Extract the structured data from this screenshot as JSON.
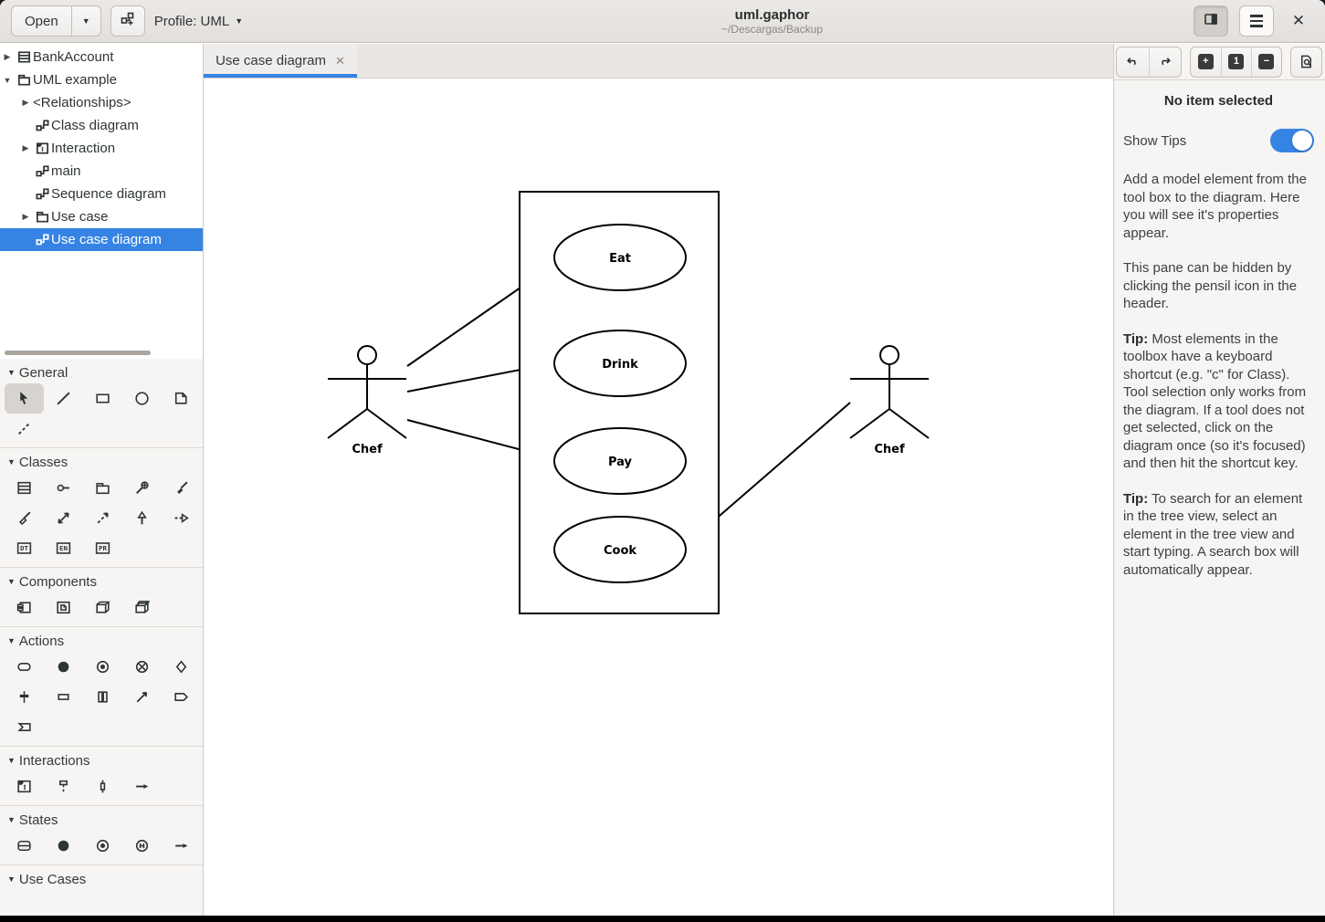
{
  "header": {
    "open_label": "Open",
    "profile_label": "Profile: UML",
    "title": "uml.gaphor",
    "subtitle": "~/Descargas/Backup"
  },
  "icons": {
    "close_glyph": "✕",
    "tab_close_glyph": "✕",
    "dropdown_glyph": "▼",
    "expander_collapsed": "▶",
    "expander_expanded": "▼",
    "datatype_label": "DT",
    "enumeration_label": "EN",
    "primitive_label": "PR"
  },
  "colors": {
    "accent": "#3584e4",
    "selection": "#3584e4"
  },
  "sidebar": {
    "tree": [
      {
        "label": "BankAccount",
        "icon": "class",
        "expander": "collapsed",
        "level": 0,
        "selected": false
      },
      {
        "label": "UML example",
        "icon": "package",
        "expander": "expanded",
        "level": 0,
        "selected": false
      },
      {
        "label": "<Relationships>",
        "icon": "none",
        "expander": "collapsed",
        "level": 1,
        "selected": false
      },
      {
        "label": "Class diagram",
        "icon": "diagram",
        "expander": "none",
        "level": 1,
        "selected": false
      },
      {
        "label": "Interaction",
        "icon": "interaction",
        "expander": "collapsed",
        "level": 1,
        "selected": false
      },
      {
        "label": "main",
        "icon": "diagram",
        "expander": "none",
        "level": 1,
        "selected": false
      },
      {
        "label": "Sequence diagram",
        "icon": "diagram",
        "expander": "none",
        "level": 1,
        "selected": false
      },
      {
        "label": "Use case",
        "icon": "package",
        "expander": "collapsed",
        "level": 1,
        "selected": false
      },
      {
        "label": "Use case diagram",
        "icon": "diagram",
        "expander": "none",
        "level": 1,
        "selected": true
      }
    ],
    "toolbox": {
      "sections": [
        {
          "label": "General",
          "tools": [
            "pointer",
            "line",
            "box",
            "ellipse",
            "comment",
            "comment-line"
          ],
          "active_tool": "pointer"
        },
        {
          "label": "Classes",
          "tools": [
            "class",
            "interface",
            "package",
            "containment",
            "composite-association",
            "shared-association",
            "association",
            "dependency",
            "generalization",
            "interface-realization",
            "data-type",
            "enumeration",
            "primitive"
          ]
        },
        {
          "label": "Components",
          "tools": [
            "component",
            "artifact",
            "node",
            "device"
          ]
        },
        {
          "label": "Actions",
          "tools": [
            "action",
            "initial-node",
            "activity-final-node",
            "flow-final-node",
            "decision-node",
            "fork-join-node",
            "object-node",
            "partition",
            "control-flow",
            "send-signal-action",
            "accept-event-action"
          ]
        },
        {
          "label": "Interactions",
          "tools": [
            "interaction",
            "lifeline",
            "execution-specification",
            "message"
          ]
        },
        {
          "label": "States",
          "tools": [
            "state",
            "initial-pseudostate",
            "final-state",
            "history-pseudostate",
            "transition"
          ]
        },
        {
          "label": "Use Cases",
          "tools": []
        }
      ]
    }
  },
  "canvas": {
    "tab": {
      "label": "Use case diagram"
    },
    "diagram": {
      "actors": [
        {
          "name": "Chef"
        },
        {
          "name": "Chef"
        }
      ],
      "use_cases": [
        {
          "name": "Eat"
        },
        {
          "name": "Drink"
        },
        {
          "name": "Pay"
        },
        {
          "name": "Cook"
        }
      ],
      "associations": [
        {
          "from": "Chef (left)",
          "to": "Eat"
        },
        {
          "from": "Chef (left)",
          "to": "Drink"
        },
        {
          "from": "Chef (left)",
          "to": "Pay"
        },
        {
          "from": "Chef (right)",
          "to": "Cook"
        }
      ]
    }
  },
  "properties": {
    "no_item": "No item selected",
    "show_tips_label": "Show Tips",
    "show_tips_on": true,
    "p1": "Add a model element from the tool box to the diagram. Here you will see it's properties appear.",
    "p2": "This pane can be hidden by clicking the pensil icon in the header.",
    "tip_prefix": "Tip:",
    "tip1": " Most elements in the toolbox have a keyboard shortcut (e.g. \"c\" for Class). Tool selection only works from the diagram. If a tool does not get selected, click on the diagram once (so it's focused) and then hit the shortcut key.",
    "tip2": " To search for an element in the tree view, select an element in the tree view and start typing. A search box will automatically appear."
  }
}
